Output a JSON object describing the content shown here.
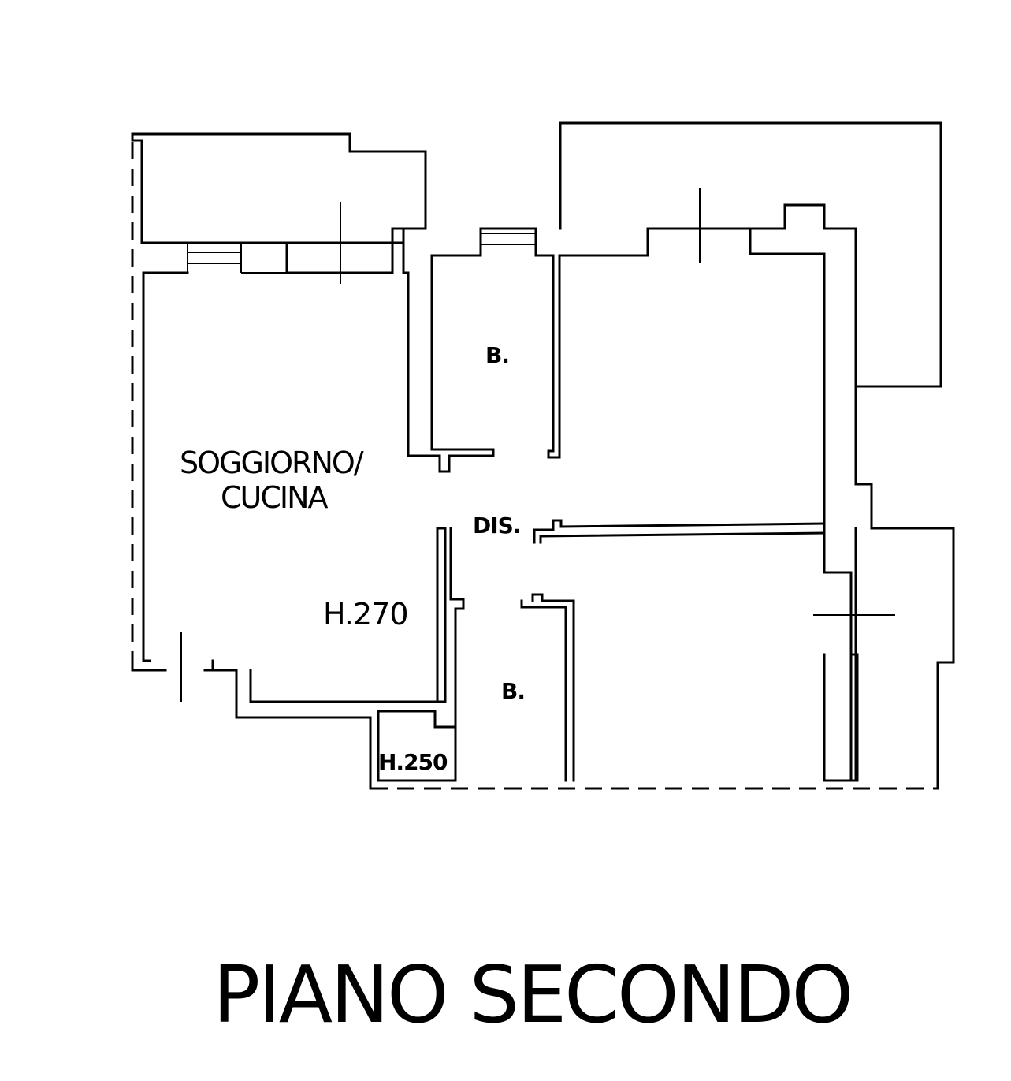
{
  "floor_title": "PIANO SECONDO",
  "rooms": {
    "living_kitchen_line1": "SOGGIORNO/",
    "living_kitchen_line2": "CUCINA",
    "bath_upper": "B.",
    "bath_lower": "B.",
    "hallway": "DIS."
  },
  "heights": {
    "main": "H.270",
    "low": "H.250"
  }
}
